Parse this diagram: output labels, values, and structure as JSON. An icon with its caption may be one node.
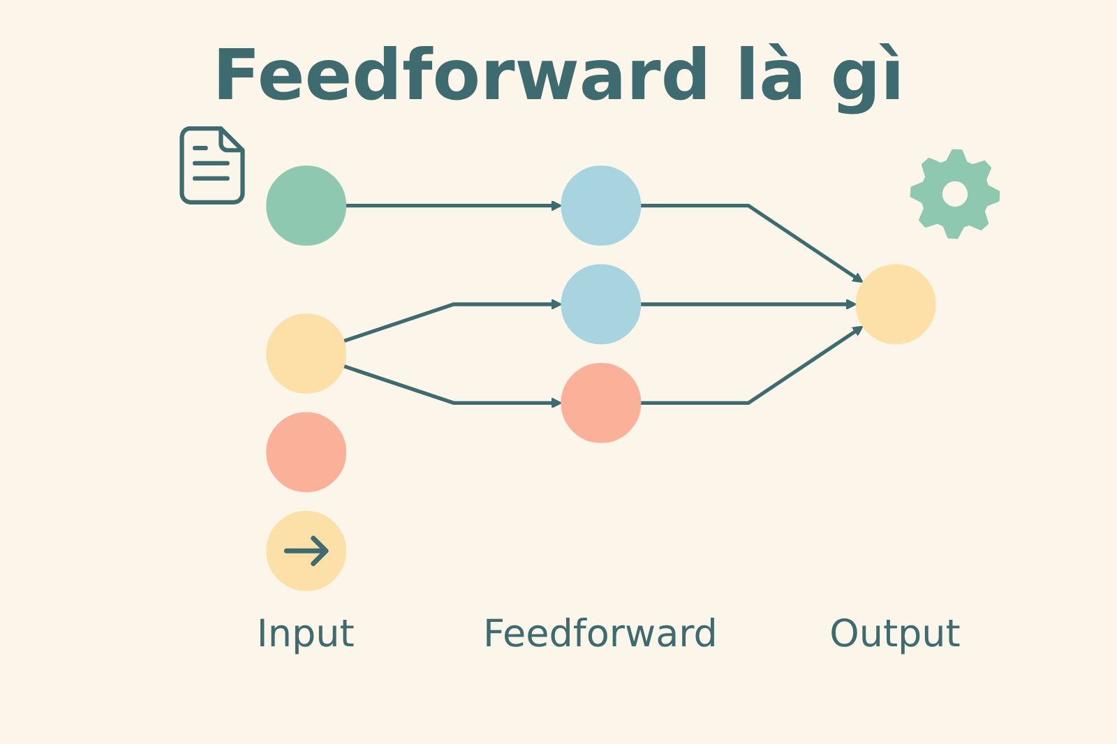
{
  "diagram": {
    "title": "Feedforward là gì",
    "nodes": [
      {
        "text": [],
        "shape": "circle"
      },
      {
        "text": [],
        "shape": "circle"
      },
      {
        "text": [],
        "shape": "circle"
      },
      {
        "text": [],
        "shape": "circle"
      },
      {
        "text": [],
        "shape": "circle"
      },
      {
        "text": [],
        "shape": "circle"
      },
      {
        "text": [],
        "shape": "circle"
      },
      {
        "text": [],
        "shape": "circle"
      }
    ],
    "edges": [
      {
        "from": 0,
        "to": 3,
        "arrow": "to"
      },
      {
        "from": 1,
        "to": 4,
        "arrow": "to"
      },
      {
        "from": 1,
        "to": 5,
        "arrow": "to"
      },
      {
        "from": 3,
        "to": 6,
        "arrow": "to"
      },
      {
        "from": 4,
        "to": 6,
        "arrow": "to"
      },
      {
        "from": 5,
        "to": 6,
        "arrow": "to"
      }
    ],
    "labels": [
      "Input",
      "Feedforward",
      "Output"
    ]
  }
}
